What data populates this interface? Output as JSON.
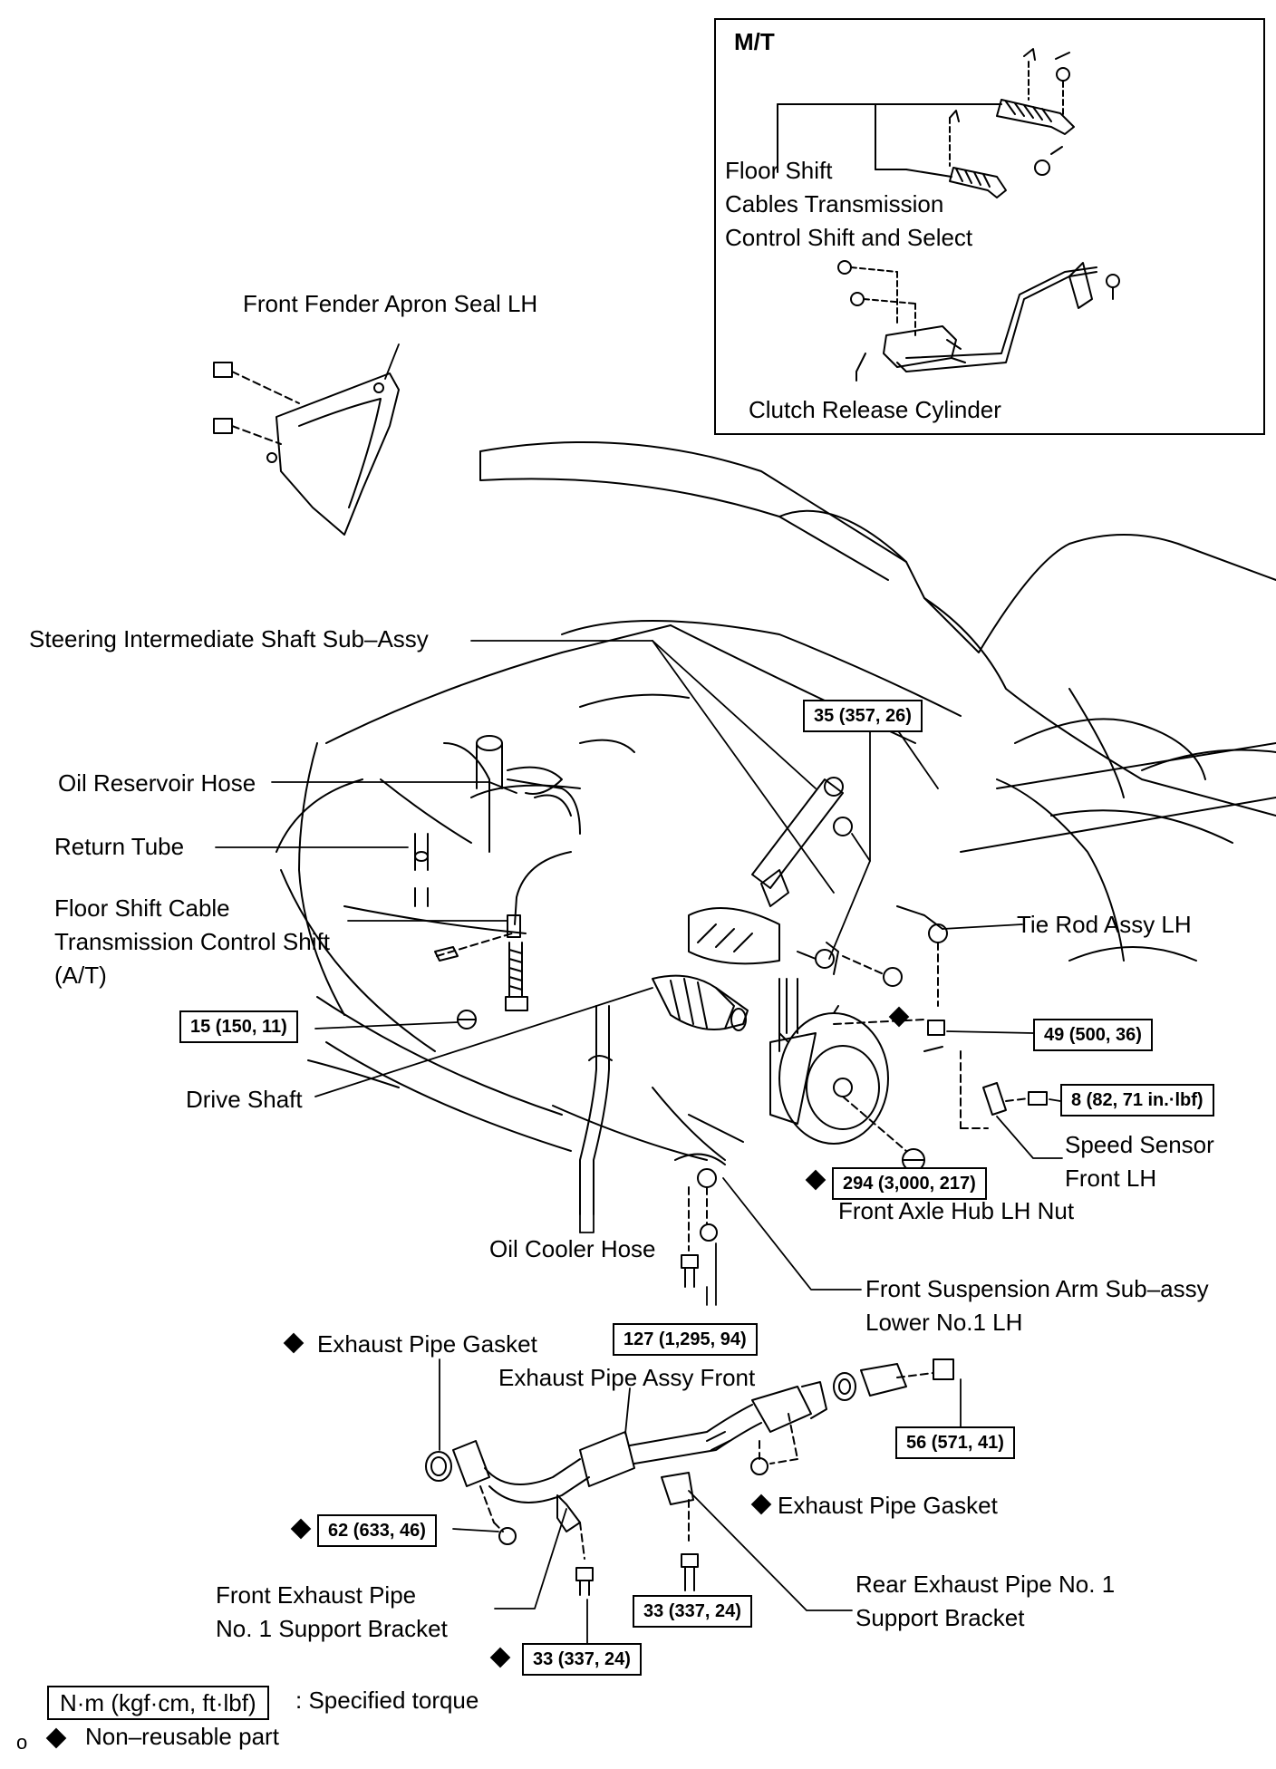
{
  "mt_title": "M/T",
  "labels": {
    "floor_shift_mt_1": "Floor Shift",
    "floor_shift_mt_2": "Cables Transmission",
    "floor_shift_mt_3": "Control Shift and Select",
    "clutch_release_cylinder": "Clutch Release Cylinder",
    "front_fender_apron_seal": "Front Fender Apron Seal LH",
    "steering_intermediate_shaft": "Steering Intermediate Shaft Sub–Assy",
    "oil_reservoir_hose": "Oil Reservoir Hose",
    "return_tube": "Return Tube",
    "floor_shift_at_1": "Floor Shift Cable",
    "floor_shift_at_2": "Transmission Control Shift",
    "floor_shift_at_3": "(A/T)",
    "tie_rod_assy": "Tie Rod Assy LH",
    "drive_shaft": "Drive Shaft",
    "speed_sensor_1": "Speed Sensor",
    "speed_sensor_2": "Front LH",
    "front_axle_hub_nut": "Front Axle Hub LH Nut",
    "oil_cooler_hose": "Oil Cooler Hose",
    "front_suspension_arm_1": "Front  Suspension Arm Sub–assy",
    "front_suspension_arm_2": "Lower No.1 LH",
    "exhaust_pipe_gasket_1": "Exhaust Pipe Gasket",
    "exhaust_pipe_assy_front": "Exhaust Pipe Assy Front",
    "exhaust_pipe_gasket_2": "Exhaust Pipe Gasket",
    "front_exhaust_bracket_1": "Front Exhaust Pipe",
    "front_exhaust_bracket_2": "No. 1 Support Bracket",
    "rear_exhaust_bracket_1": "Rear Exhaust Pipe No. 1",
    "rear_exhaust_bracket_2": "Support Bracket"
  },
  "torques": {
    "steering": "35 (357, 26)",
    "floor_shift_nut": "15 (150, 11)",
    "tie_rod_nut": "49 (500, 36)",
    "speed_sensor_bolt": "8 (82, 71 in.·lbf)",
    "axle_hub_nut": "294 (3,000, 217)",
    "suspension_arm": "127 (1,295, 94)",
    "exhaust_rear_bolt": "56 (571, 41)",
    "exhaust_front_nut": "62 (633, 46)",
    "rear_bracket_bolt": "33 (337, 24)",
    "front_bracket_bolt": "33 (337, 24)"
  },
  "legend": {
    "torque_unit": "N·m (kgf·cm, ft·lbf)",
    "torque_text": ": Specified torque",
    "nonreusable_prefix": "o",
    "nonreusable_text": "Non–reusable part"
  }
}
